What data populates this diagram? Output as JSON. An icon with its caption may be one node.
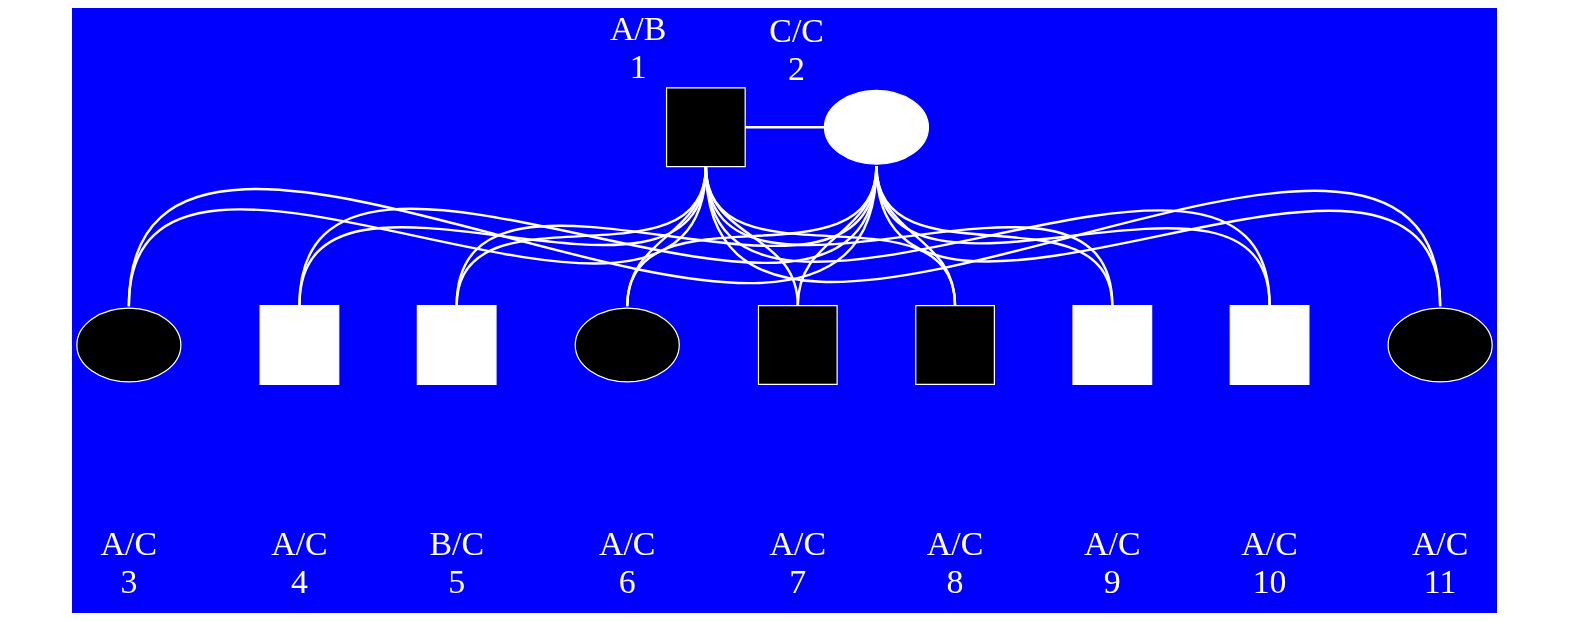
{
  "diagram": {
    "nodes": [
      {
        "text": [],
        "shape": "box",
        "beside": [
          "A/B",
          "1"
        ]
      },
      {
        "text": [],
        "shape": "ellipse",
        "beside": [
          "C/C",
          "2"
        ]
      },
      {
        "text": [],
        "shape": "ellipse",
        "beside": [
          "A/C",
          "3"
        ]
      },
      {
        "text": [],
        "shape": "box",
        "beside": [
          "A/C",
          "4"
        ]
      },
      {
        "text": [],
        "shape": "box",
        "beside": [
          "B/C",
          "5"
        ]
      },
      {
        "text": [],
        "shape": "ellipse",
        "beside": [
          "A/C",
          "6"
        ]
      },
      {
        "text": [],
        "shape": "box",
        "beside": [
          "A/C",
          "7"
        ]
      },
      {
        "text": [],
        "shape": "box",
        "beside": [
          "A/C",
          "8"
        ]
      },
      {
        "text": [],
        "shape": "box",
        "beside": [
          "A/C",
          "9"
        ]
      },
      {
        "text": [],
        "shape": "box",
        "beside": [
          "A/C",
          "10"
        ]
      },
      {
        "text": [],
        "shape": "ellipse",
        "beside": [
          "A/C",
          "11"
        ]
      }
    ],
    "edges": [
      {
        "from": 0,
        "to": 1,
        "arrow": "none"
      },
      {
        "from": 0,
        "to": 2,
        "arrow": "none"
      },
      {
        "from": 1,
        "to": 2,
        "arrow": "none"
      },
      {
        "from": 0,
        "to": 3,
        "arrow": "none"
      },
      {
        "from": 1,
        "to": 3,
        "arrow": "none"
      },
      {
        "from": 0,
        "to": 4,
        "arrow": "none"
      },
      {
        "from": 1,
        "to": 4,
        "arrow": "none"
      },
      {
        "from": 0,
        "to": 5,
        "arrow": "none"
      },
      {
        "from": 1,
        "to": 5,
        "arrow": "none"
      },
      {
        "from": 0,
        "to": 6,
        "arrow": "none"
      },
      {
        "from": 1,
        "to": 6,
        "arrow": "none"
      },
      {
        "from": 0,
        "to": 7,
        "arrow": "none"
      },
      {
        "from": 1,
        "to": 7,
        "arrow": "none"
      },
      {
        "from": 0,
        "to": 8,
        "arrow": "none"
      },
      {
        "from": 1,
        "to": 8,
        "arrow": "none"
      },
      {
        "from": 0,
        "to": 9,
        "arrow": "none"
      },
      {
        "from": 1,
        "to": 9,
        "arrow": "none"
      },
      {
        "from": 0,
        "to": 10,
        "arrow": "none"
      },
      {
        "from": 1,
        "to": 10,
        "arrow": "none"
      }
    ]
  }
}
